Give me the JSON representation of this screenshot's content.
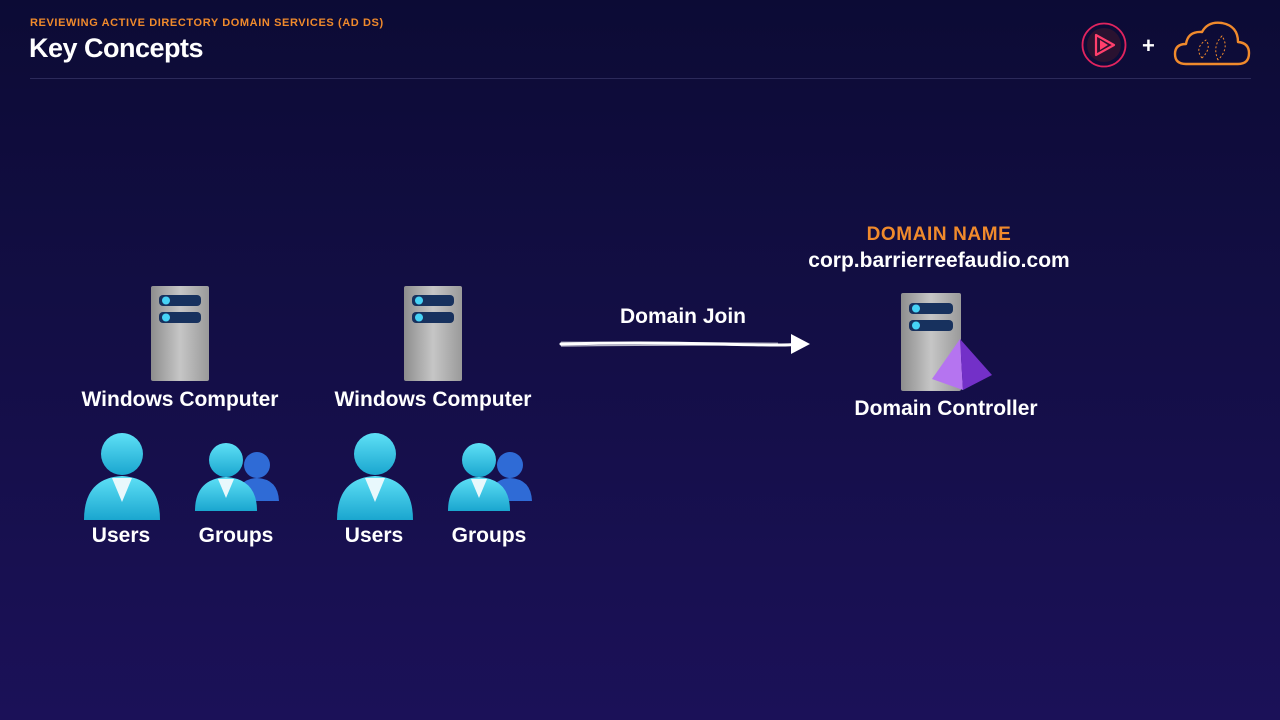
{
  "header": {
    "eyebrow": "REVIEWING ACTIVE DIRECTORY DOMAIN SERVICES (AD DS)",
    "title": "Key Concepts"
  },
  "logos": {
    "left_icon": "play-icon",
    "separator": "+",
    "right_icon": "cloud-icon"
  },
  "diagram": {
    "computers": [
      {
        "label": "Windows Computer",
        "users_label": "Users",
        "groups_label": "Groups"
      },
      {
        "label": "Windows Computer",
        "users_label": "Users",
        "groups_label": "Groups"
      }
    ],
    "arrow_label": "Domain Join",
    "domain": {
      "title": "DOMAIN NAME",
      "name": "corp.barrierreefaudio.com",
      "controller_label": "Domain Controller"
    }
  },
  "colors": {
    "accent": "#f08a2c",
    "background": "#130e45",
    "user_icon": "#3cc8e6",
    "group_secondary": "#2f6bd6",
    "server": "#b3b3b3",
    "pyramid": "#9a4ee6"
  }
}
